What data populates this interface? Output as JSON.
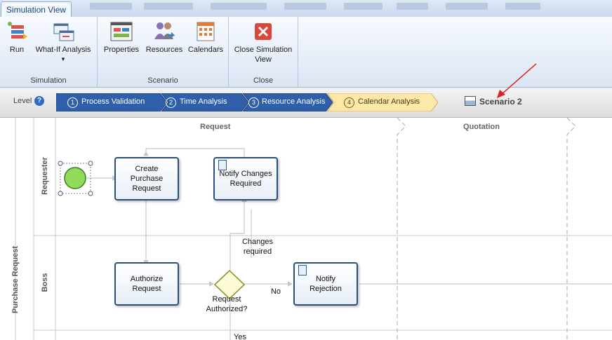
{
  "ribbon": {
    "active_tab": "Simulation View",
    "groups": [
      {
        "label": "Simulation",
        "buttons": [
          {
            "label": "Run"
          },
          {
            "label": "What-If Analysis"
          }
        ]
      },
      {
        "label": "Scenario",
        "buttons": [
          {
            "label": "Properties"
          },
          {
            "label": "Resources"
          },
          {
            "label": "Calendars"
          }
        ]
      },
      {
        "label": "Close",
        "buttons": [
          {
            "label": "Close Simulation View"
          }
        ]
      }
    ]
  },
  "levelbar": {
    "label": "Level",
    "help": "?",
    "steps": [
      {
        "num": "1",
        "label": "Process Validation"
      },
      {
        "num": "2",
        "label": "Time Analysis"
      },
      {
        "num": "3",
        "label": "Resource Analysis"
      },
      {
        "num": "4",
        "label": "Calendar Analysis",
        "active": true
      }
    ],
    "scenario": "Scenario 2"
  },
  "diagram": {
    "pool": "Purchase Request",
    "lanes": [
      "Requester",
      "Boss"
    ],
    "phases": [
      "Request",
      "Quotation"
    ],
    "tasks": {
      "create": "Create Purchase Request",
      "notify_changes": "Notify Changes Required",
      "authorize": "Authorize Request",
      "notify_rejection": "Notify Rejection"
    },
    "gateway": "Request Authorized?",
    "flows": {
      "changes": "Changes required",
      "no": "No",
      "yes": "Yes"
    }
  },
  "colors": {
    "step_blue": "#2f5fa8",
    "step_active": "#fde8a8",
    "task_border": "#2a4f7e",
    "gateway_fill": "#fdfbd8",
    "gateway_border": "#8a8a1a",
    "start_event": "#8fdc5a"
  }
}
